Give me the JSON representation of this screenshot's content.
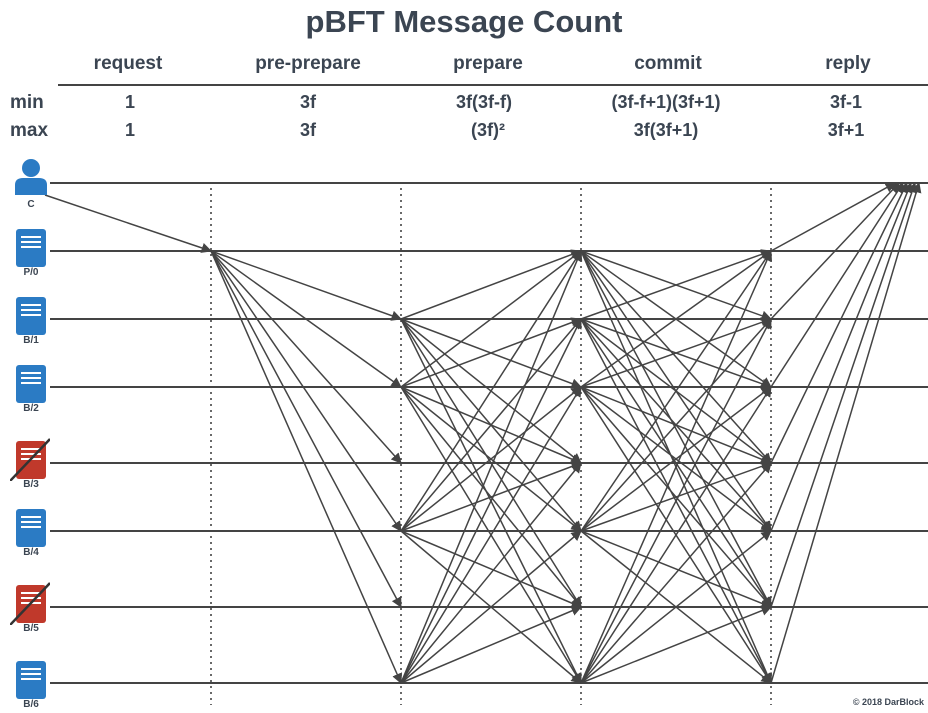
{
  "title": "pBFT Message Count",
  "phases": [
    "request",
    "pre-prepare",
    "prepare",
    "commit",
    "reply"
  ],
  "rows": [
    {
      "label": "min",
      "values": [
        "1",
        "3f",
        "3f(3f-f)",
        "(3f-f+1)(3f+1)",
        "3f-1"
      ]
    },
    {
      "label": "max",
      "values": [
        "1",
        "3f",
        "(3f)²",
        "3f(3f+1)",
        "3f+1"
      ]
    }
  ],
  "nodes": [
    {
      "label": "C",
      "kind": "client",
      "faulty": false
    },
    {
      "label": "P/0",
      "kind": "server",
      "faulty": false
    },
    {
      "label": "B/1",
      "kind": "server",
      "faulty": false
    },
    {
      "label": "B/2",
      "kind": "server",
      "faulty": false
    },
    {
      "label": "B/3",
      "kind": "server",
      "faulty": true
    },
    {
      "label": "B/4",
      "kind": "server",
      "faulty": false
    },
    {
      "label": "B/5",
      "kind": "server",
      "faulty": true
    },
    {
      "label": "B/6",
      "kind": "server",
      "faulty": false
    }
  ],
  "colors": {
    "text": "#3b4552",
    "line": "#444444",
    "server": "#2b7bc4",
    "faulty": "#c0392b"
  },
  "copyright": "© 2018 DarBlock"
}
